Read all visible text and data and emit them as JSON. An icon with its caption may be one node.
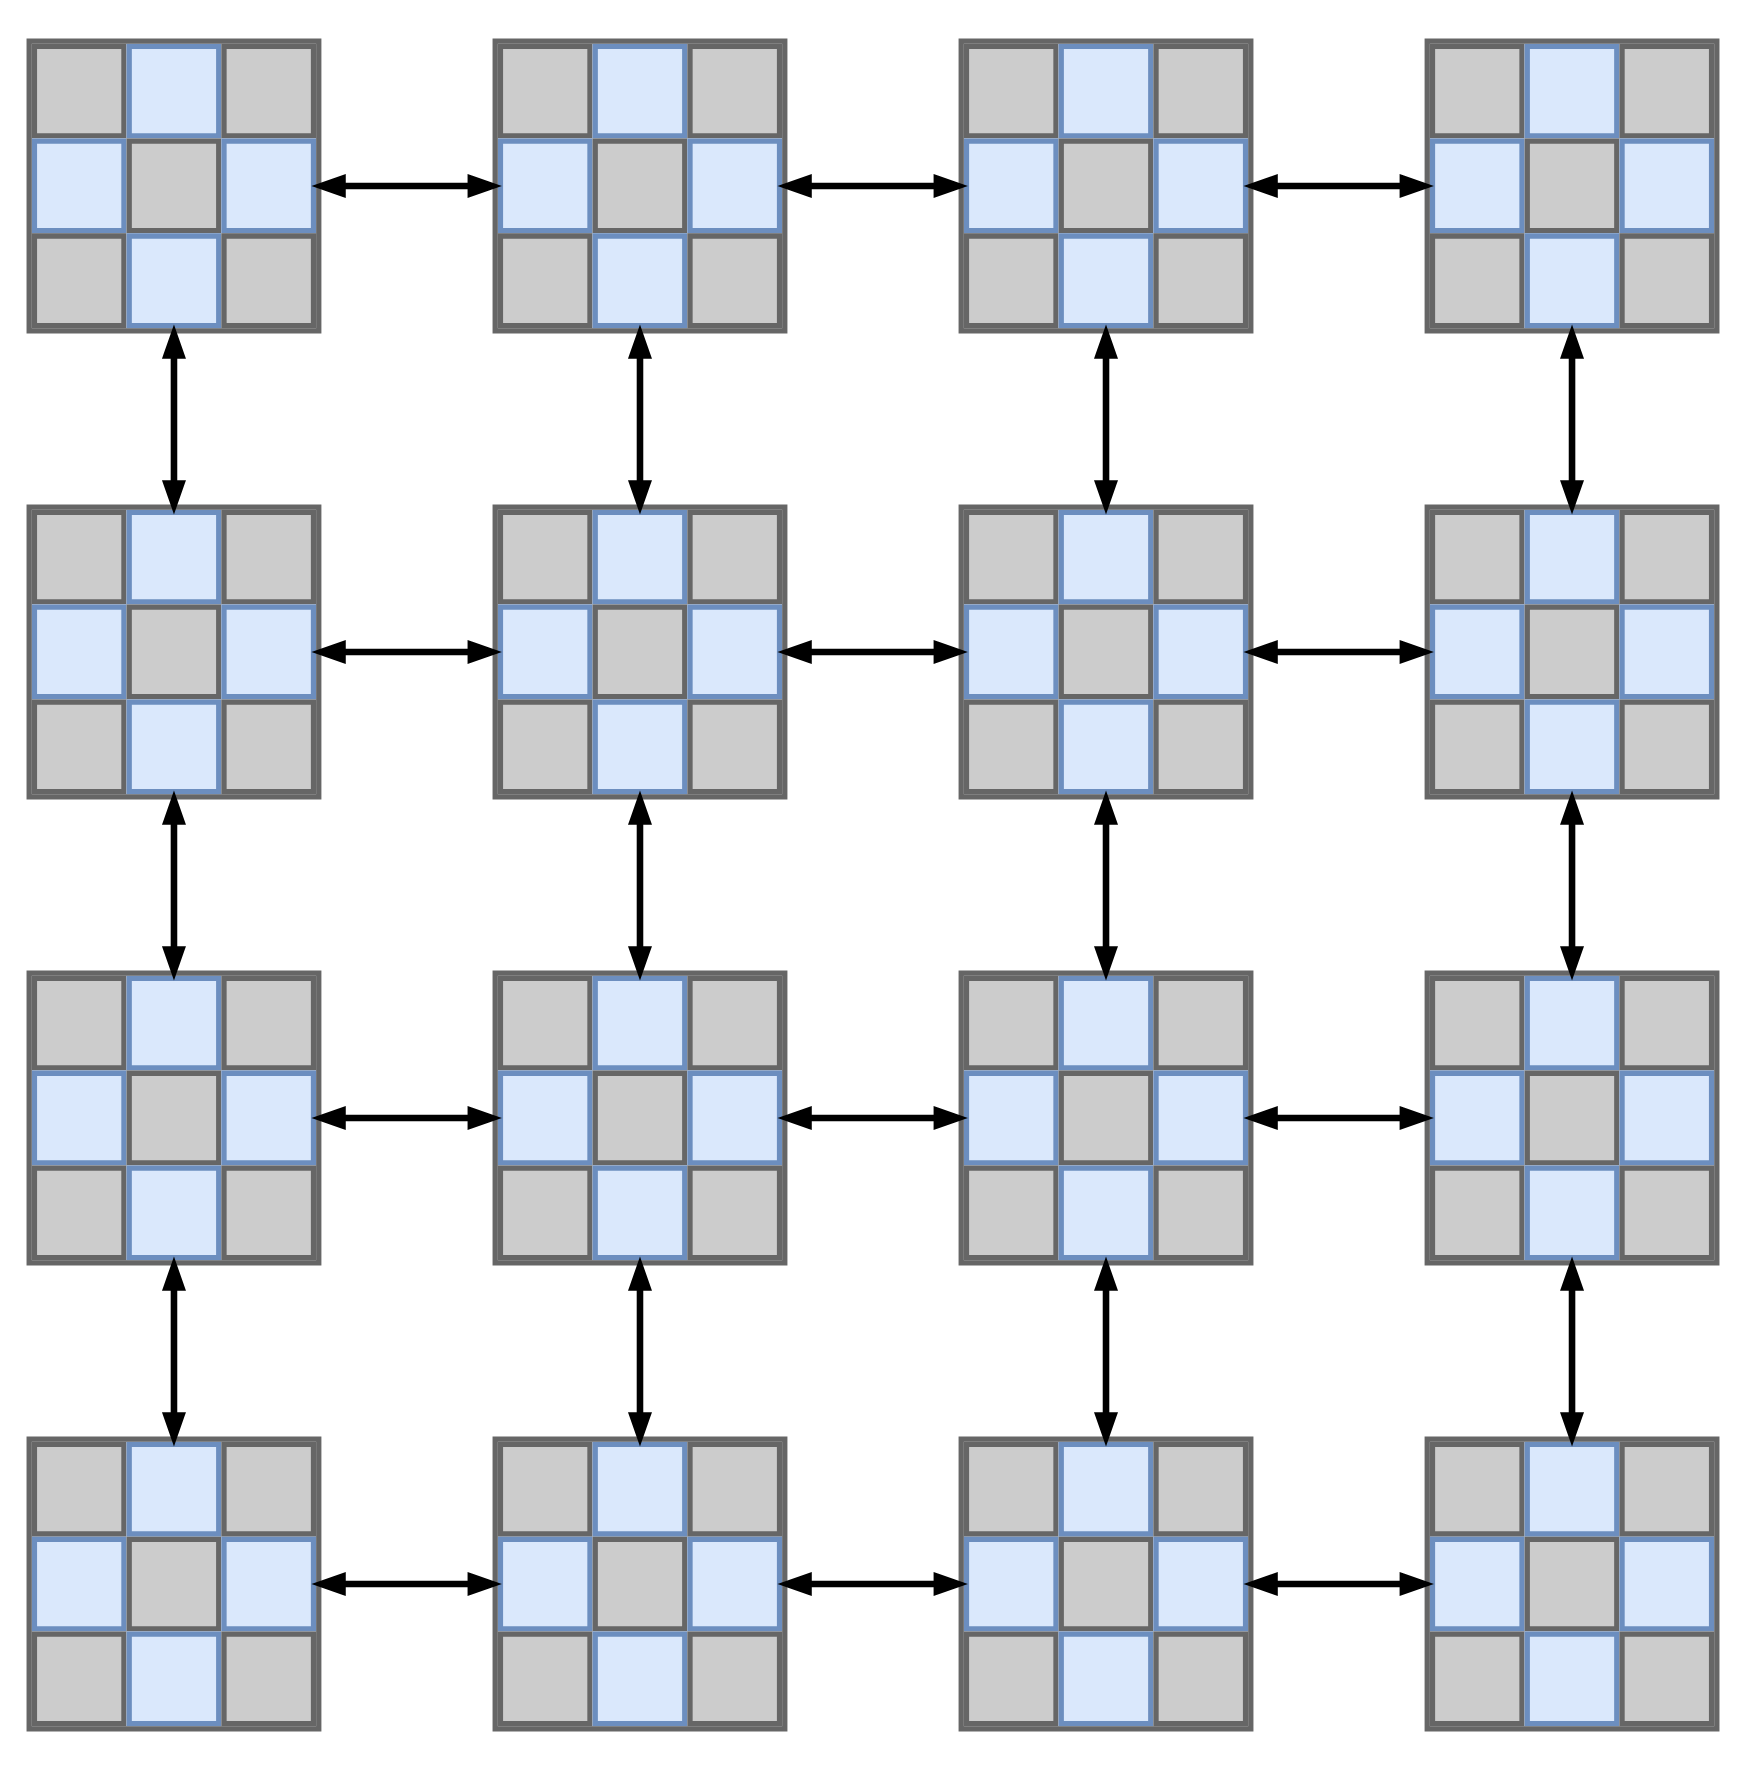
{
  "diagram": {
    "nodes": [
      {
        "text": [],
        "shape": "box"
      },
      {
        "text": [],
        "shape": "box"
      },
      {
        "text": [],
        "shape": "box"
      },
      {
        "text": [],
        "shape": "box"
      },
      {
        "text": [],
        "shape": "box"
      },
      {
        "text": [],
        "shape": "box"
      },
      {
        "text": [],
        "shape": "box"
      },
      {
        "text": [],
        "shape": "box"
      },
      {
        "text": [],
        "shape": "box"
      },
      {
        "text": [],
        "shape": "box"
      },
      {
        "text": [],
        "shape": "box"
      },
      {
        "text": [],
        "shape": "box"
      },
      {
        "text": [],
        "shape": "box"
      },
      {
        "text": [],
        "shape": "box"
      },
      {
        "text": [],
        "shape": "box"
      },
      {
        "text": [],
        "shape": "box"
      }
    ],
    "edges": [
      {
        "from": 0,
        "to": 1,
        "arrow": "both"
      },
      {
        "from": 1,
        "to": 2,
        "arrow": "both"
      },
      {
        "from": 2,
        "to": 3,
        "arrow": "both"
      },
      {
        "from": 0,
        "to": 4,
        "arrow": "both"
      },
      {
        "from": 1,
        "to": 5,
        "arrow": "both"
      },
      {
        "from": 2,
        "to": 6,
        "arrow": "both"
      },
      {
        "from": 3,
        "to": 7,
        "arrow": "both"
      },
      {
        "from": 4,
        "to": 5,
        "arrow": "both"
      },
      {
        "from": 5,
        "to": 6,
        "arrow": "both"
      },
      {
        "from": 6,
        "to": 7,
        "arrow": "both"
      },
      {
        "from": 4,
        "to": 8,
        "arrow": "both"
      },
      {
        "from": 5,
        "to": 9,
        "arrow": "both"
      },
      {
        "from": 6,
        "to": 10,
        "arrow": "both"
      },
      {
        "from": 7,
        "to": 11,
        "arrow": "both"
      },
      {
        "from": 8,
        "to": 9,
        "arrow": "both"
      },
      {
        "from": 9,
        "to": 10,
        "arrow": "both"
      },
      {
        "from": 10,
        "to": 11,
        "arrow": "both"
      },
      {
        "from": 8,
        "to": 12,
        "arrow": "both"
      },
      {
        "from": 9,
        "to": 13,
        "arrow": "both"
      },
      {
        "from": 10,
        "to": 14,
        "arrow": "both"
      },
      {
        "from": 11,
        "to": 15,
        "arrow": "both"
      },
      {
        "from": 12,
        "to": 13,
        "arrow": "both"
      },
      {
        "from": 13,
        "to": 14,
        "arrow": "both"
      },
      {
        "from": 14,
        "to": 15,
        "arrow": "both"
      }
    ]
  }
}
